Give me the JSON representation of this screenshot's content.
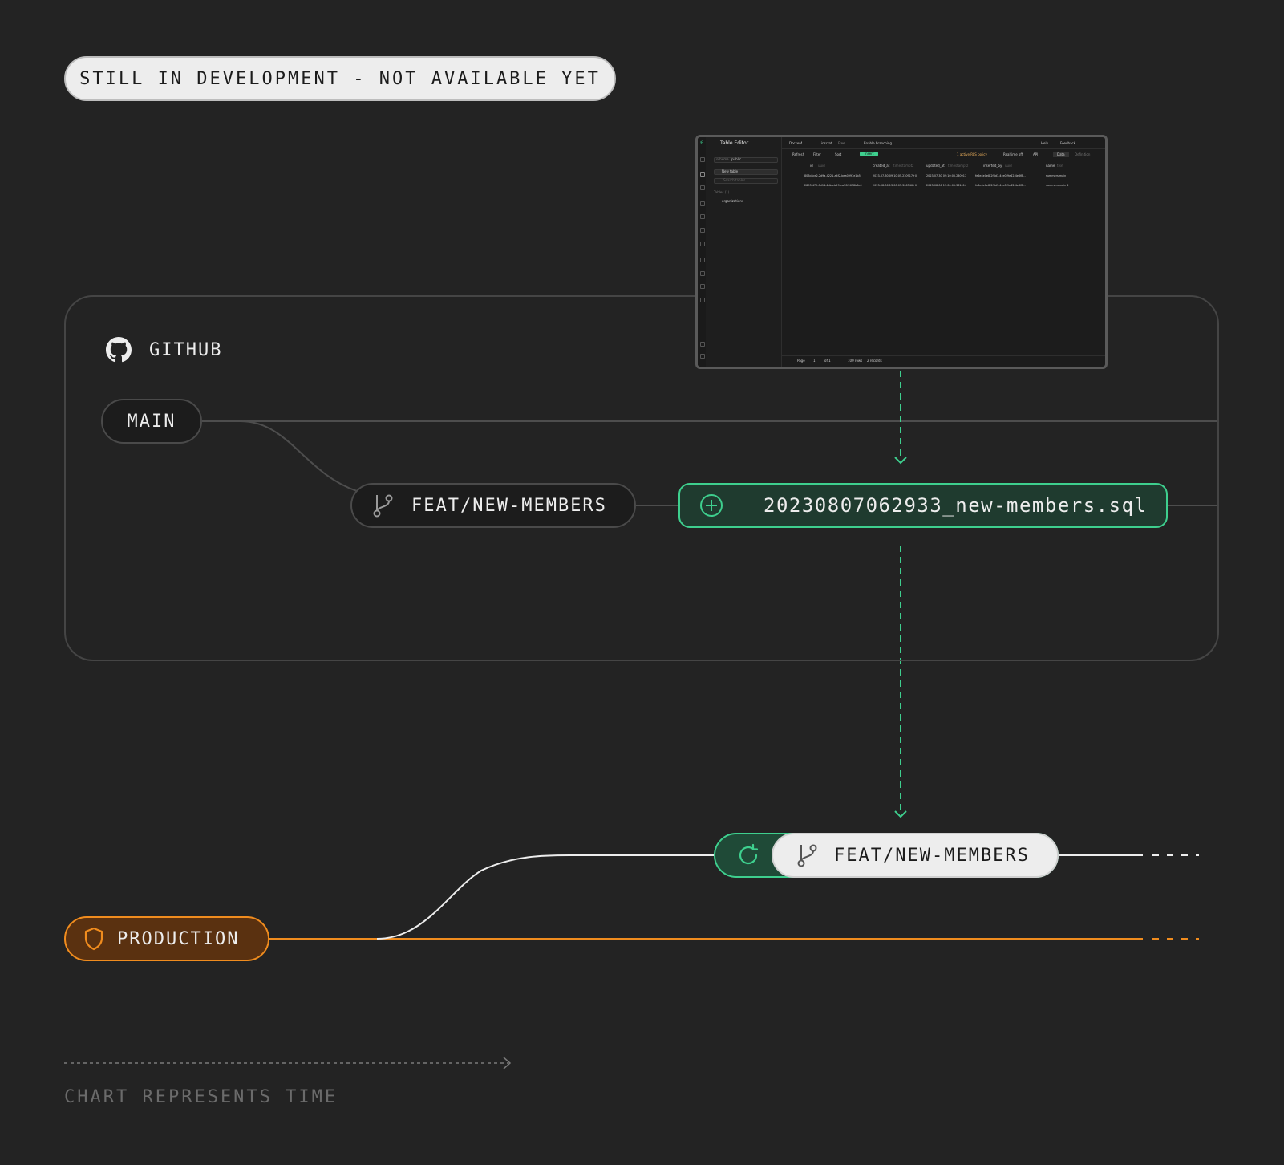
{
  "notice": {
    "text": "STILL IN DEVELOPMENT - NOT AVAILABLE YET"
  },
  "github": {
    "label": "GITHUB"
  },
  "branches": {
    "main": "MAIN",
    "feature": "FEAT/NEW-MEMBERS",
    "migration_file": "20230807062933_new-members.sql",
    "preview": "FEAT/NEW-MEMBERS",
    "production": "PRODUCTION"
  },
  "footer": {
    "time_label": "CHART REPRESENTS TIME"
  },
  "icons": {
    "github": "github-icon",
    "branch": "git-branch-icon",
    "add": "plus-circle-icon",
    "sync": "refresh-icon",
    "shield": "shield-icon"
  },
  "colors": {
    "background": "#232323",
    "accent_green": "#3ecf8e",
    "production_orange": "#f08c1e",
    "line_gray": "#4a4a4a",
    "line_white": "#ededed"
  },
  "screenshot": {
    "title": "Table Editor",
    "org": "Docker4",
    "project": "inscrnt",
    "plan": "Free",
    "branching_link": "Enable branching",
    "help": "Help",
    "feedback": "Feedback",
    "schema_label": "schema",
    "schema_value": "public",
    "new_table": "New table",
    "search_placeholder": "Search tables",
    "tables_heading": "Tables (1)",
    "table_name": "organizations",
    "toolbar": {
      "refresh": "Refresh",
      "filter": "Filter",
      "sort": "Sort",
      "insert": "Insert",
      "rls": "1 active RLS policy",
      "realtime": "Realtime off",
      "api": "API",
      "data_tab": "Data",
      "definition_tab": "Definition"
    },
    "columns": [
      {
        "name": "id",
        "type": "uuid"
      },
      {
        "name": "created_at",
        "type": "timestamptz"
      },
      {
        "name": "updated_at",
        "type": "timestamptz"
      },
      {
        "name": "inserted_by",
        "type": "uuid"
      },
      {
        "name": "name",
        "type": "text"
      }
    ],
    "rows": [
      [
        "803c8ce2-2d9a-4221-a4f2-bea0997e1b5",
        "2023-07-30 09:10:05.230917+0",
        "2023-07-30 09:10:05.230917",
        "fe6e4e0e8-2f8d3-4ce0-9e42-4e6f8...",
        "summers main"
      ],
      [
        "2893f479-0d14-4dba-b59b-a30f4658b6c6",
        "2023-08-06 13:00:05.306346+0",
        "2023-08-06 13:00:05.361014",
        "fe6e4e0e8-2f8d3-4ce0-9e42-4e6f8...",
        "summers main 2"
      ]
    ],
    "pagination": {
      "page": "Page",
      "page_num": "1",
      "of": "of 1",
      "rows": "100 rows",
      "records": "2 records"
    }
  }
}
